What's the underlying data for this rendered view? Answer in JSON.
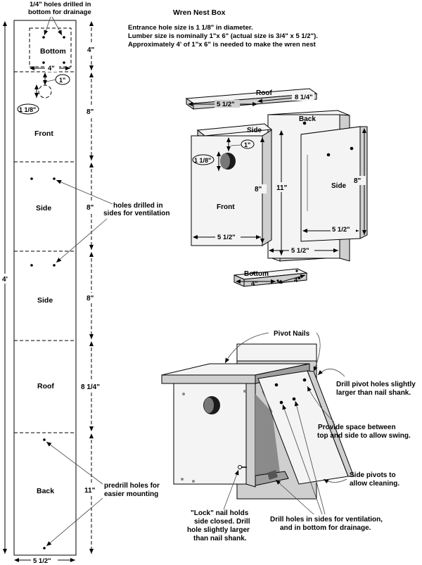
{
  "title": "Wren Nest Box",
  "notes": [
    "Entrance hole size is 1 1/8\" in diameter.",
    "Lumber size is nominally 1\"x 6\" (actual size is 3/4\" x 5 1/2\").",
    "Approximately 4' of 1\"x 6\" is needed to make the wren nest"
  ],
  "board": {
    "holes_note_line1": "1/4\" holes drilled in",
    "holes_note_line2": "bottom for drainage",
    "total_length": "4'",
    "width": "5 1/2\"",
    "pieces": [
      {
        "label": "Bottom",
        "length": "4\""
      },
      {
        "label": "Front",
        "length": "8\""
      },
      {
        "label": "Side",
        "length": "8\""
      },
      {
        "label": "Side",
        "length": "8\""
      },
      {
        "label": "Roof",
        "length": "8 1/4\""
      },
      {
        "label": "Back",
        "length": "11\""
      }
    ],
    "bottom_width_dim": "4\"",
    "hole_offset_dim": "1\"",
    "hole_dia_dim": "1 1/8\"",
    "vent_note_line1": "holes drilled in",
    "vent_note_line2": "sides for ventilation",
    "mount_note_line1": "predrill holes for",
    "mount_note_line2": "easier mounting"
  },
  "exploded": {
    "roof_label": "Roof",
    "roof_len": "8 1/4\"",
    "roof_width": "5 1/2\"",
    "back_label": "Back",
    "back_len": "11\"",
    "back_width": "5 1/2\"",
    "side_label_top": "Side",
    "front_label": "Front",
    "front_len": "8\"",
    "front_width": "5 1/2\"",
    "front_hole_offset": "1\"",
    "front_hole_dia": "1 1/8\"",
    "side_label": "Side",
    "side_len": "8\"",
    "side_width": "5 1/2\"",
    "bottom_label": "Bottom",
    "bottom_dim_a": "4\"",
    "bottom_dim_b": "4\""
  },
  "assembled": {
    "pivot_nails": "Pivot Nails",
    "pivot_holes_line1": "Drill pivot holes slightly",
    "pivot_holes_line2": "larger than nail shank.",
    "space_line1": "Provide space between",
    "space_line2": "top and side to allow swing.",
    "side_pivots_line1": "Side pivots to",
    "side_pivots_line2": "allow cleaning.",
    "lock_line1": "\"Lock\" nail holds",
    "lock_line2": "side closed. Drill",
    "lock_line3": "hole slightly larger",
    "lock_line4": "than nail shank.",
    "drill_line1": "Drill holes in sides for ventilation,",
    "drill_line2": "and in bottom for drainage."
  }
}
